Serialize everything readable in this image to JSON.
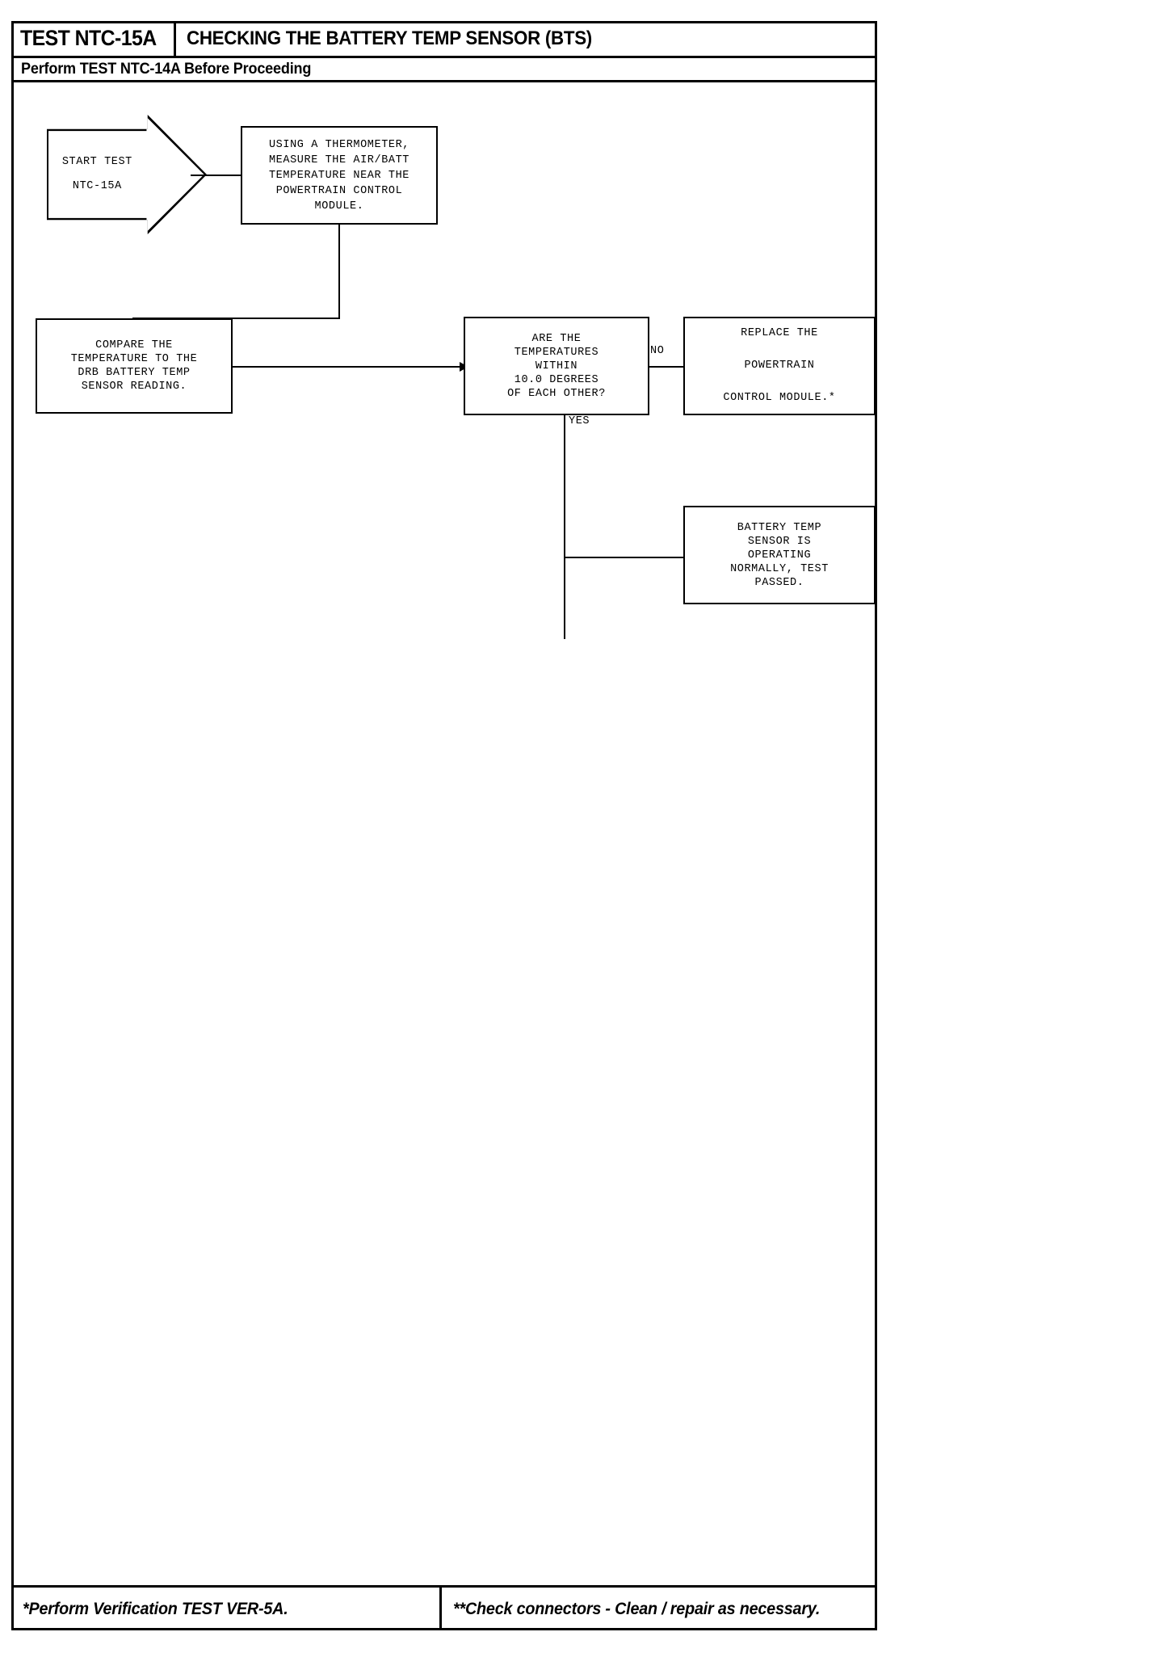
{
  "header": {
    "test_id": "TEST NTC-15A",
    "title": "CHECKING THE BATTERY TEMP SENSOR (BTS)",
    "subtitle": "Perform TEST NTC-14A Before Proceeding"
  },
  "flow": {
    "nodes": [
      {
        "id": "start",
        "name": "start-test-node",
        "shape": "pentagon-arrow",
        "text": "START TEST\nNTC-15A"
      },
      {
        "id": "measure",
        "name": "measure-temperature-node",
        "shape": "rect",
        "text": "USING A THERMOMETER,\nMEASURE THE AIR/BATT\nTEMPERATURE NEAR THE\nPOWERTRAIN CONTROL\nMODULE."
      },
      {
        "id": "compare",
        "name": "compare-temperature-node",
        "shape": "rect",
        "text": "COMPARE THE\nTEMPERATURE TO THE\nDRB BATTERY TEMP\nSENSOR READING."
      },
      {
        "id": "decision",
        "name": "temperature-within-range-decision",
        "shape": "rect",
        "text": "ARE THE\nTEMPERATURES\nWITHIN\n10.0 DEGREES\nOF EACH OTHER?"
      },
      {
        "id": "replace",
        "name": "replace-pcm-node",
        "shape": "rect",
        "text": "REPLACE THE\n\nPOWERTRAIN\n\nCONTROL MODULE.*"
      },
      {
        "id": "pass",
        "name": "test-passed-node",
        "shape": "rect",
        "text": "BATTERY TEMP\nSENSOR IS\nOPERATING\nNORMALLY, TEST\nPASSED."
      }
    ],
    "edges": [
      {
        "id": "e1",
        "name": "edge-start-to-measure",
        "label": ""
      },
      {
        "id": "e2",
        "name": "edge-measure-to-compare",
        "label": ""
      },
      {
        "id": "e3",
        "name": "edge-compare-to-decision",
        "label": ""
      },
      {
        "id": "e4",
        "name": "edge-decision-no-to-replace",
        "label": "NO"
      },
      {
        "id": "e5",
        "name": "edge-decision-yes-to-pass",
        "label": "YES"
      }
    ]
  },
  "footer": {
    "left_note": "*Perform Verification TEST VER-5A.",
    "right_note": "**Check connectors - Clean / repair as necessary."
  },
  "colors": {
    "ink": "#000000",
    "paper": "#ffffff"
  }
}
